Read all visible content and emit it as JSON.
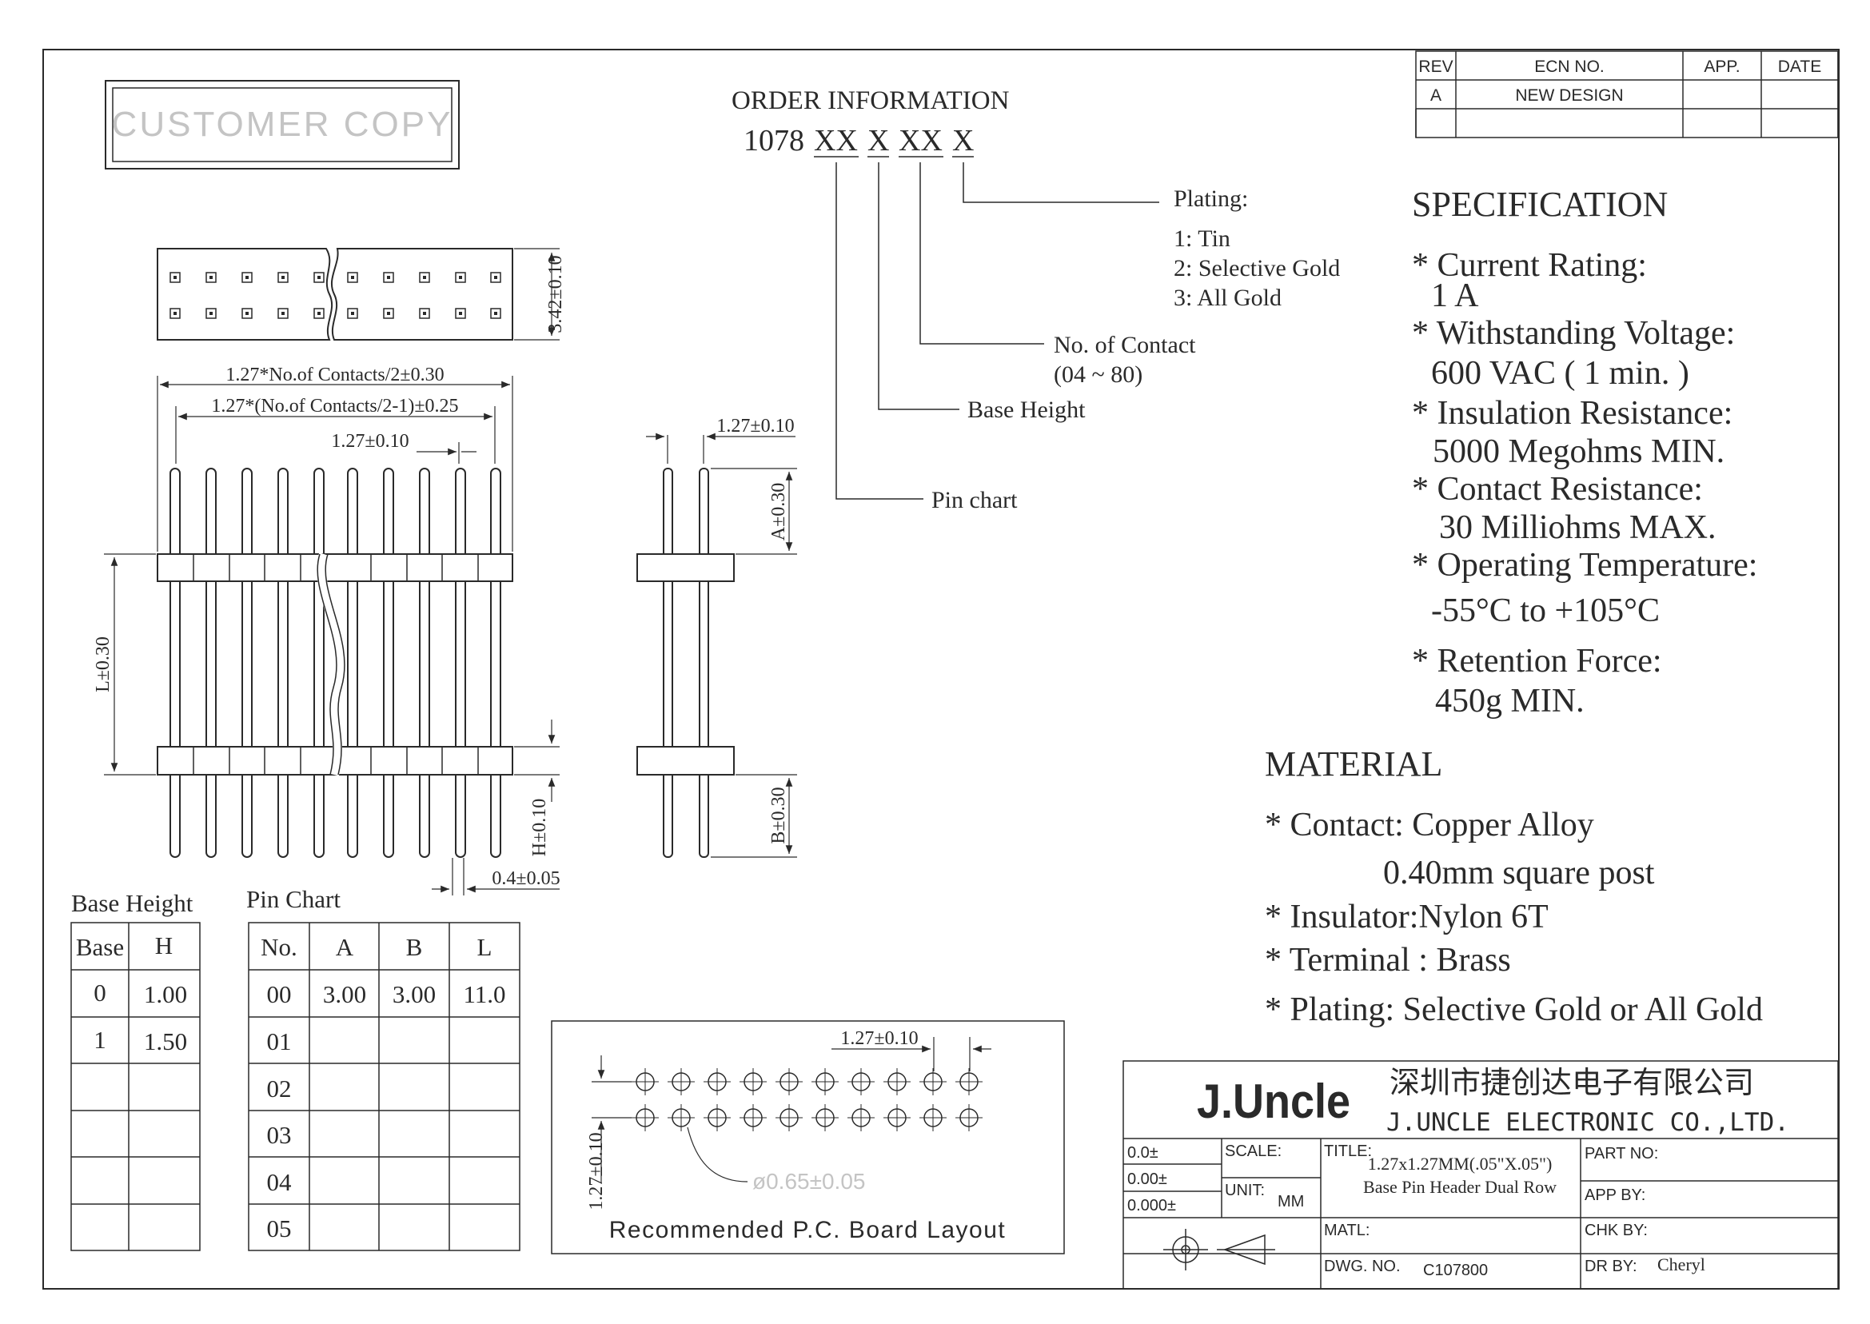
{
  "revision_table": {
    "headers": [
      "REV",
      "ECN NO.",
      "APP.",
      "DATE"
    ],
    "rows": [
      [
        "A",
        "NEW DESIGN",
        "",
        ""
      ]
    ]
  },
  "customer_copy": "CUSTOMER COPY",
  "order_info": {
    "title": "ORDER INFORMATION",
    "code_prefix": "1078",
    "code_segments": [
      "XX",
      "X",
      "XX",
      "X"
    ],
    "plating_label": "Plating:",
    "plating_options": [
      "1: Tin",
      "2: Selective Gold",
      "3: All Gold"
    ],
    "contact_label": "No. of Contact",
    "contact_range": "(04 ~ 80)",
    "base_height_label": "Base Height",
    "pin_chart_label": "Pin chart"
  },
  "specification": {
    "title": "SPECIFICATION",
    "lines": [
      "* Current Rating:",
      "1 A",
      "* Withstanding Voltage:",
      "600 VAC ( 1 min. )",
      "* Insulation Resistance:",
      "5000 Megohms MIN.",
      "* Contact Resistance:",
      "30 Milliohms MAX.",
      "* Operating Temperature:",
      "-55°C to +105°C",
      "* Retention Force:",
      "450g MIN."
    ]
  },
  "material": {
    "title": "MATERIAL",
    "lines": [
      "* Contact: Copper Alloy",
      "0.40mm square post",
      "* Insulator:Nylon 6T",
      "* Terminal : Brass",
      "* Plating: Selective Gold or All Gold"
    ]
  },
  "dimensions": {
    "top_height": "3.42±0.10",
    "overall_width": "1.27*No.of Contacts/2±0.30",
    "pin_span": "1.27*(No.of Contacts/2-1)±0.25",
    "pitch": "1.27±0.10",
    "side_pitch": "1.27±0.10",
    "length": "L±0.30",
    "dim_a": "A±0.30",
    "dim_b": "B±0.30",
    "dim_h": "H±0.10",
    "pin_width": "0.4±0.05"
  },
  "base_height_table": {
    "title": "Base Height",
    "headers": [
      "Base",
      "H"
    ],
    "rows": [
      [
        "0",
        "1.00"
      ],
      [
        "1",
        "1.50"
      ],
      [
        "",
        ""
      ],
      [
        "",
        ""
      ],
      [
        "",
        ""
      ],
      [
        "",
        ""
      ]
    ]
  },
  "pin_chart_table": {
    "title": "Pin Chart",
    "headers": [
      "No.",
      "A",
      "B",
      "L"
    ],
    "rows": [
      [
        "00",
        "3.00",
        "3.00",
        "11.0"
      ],
      [
        "01",
        "",
        "",
        ""
      ],
      [
        "02",
        "",
        "",
        ""
      ],
      [
        "03",
        "",
        "",
        ""
      ],
      [
        "04",
        "",
        "",
        ""
      ],
      [
        "05",
        "",
        "",
        ""
      ]
    ]
  },
  "pcb_layout": {
    "title": "Recommended P.C. Board Layout",
    "pitch_h": "1.27±0.10",
    "pitch_v": "1.27±0.10",
    "hole": "ø0.65±0.05"
  },
  "title_block": {
    "logo": "J.Uncle",
    "company_cn": "深圳市捷创达电子有限公司",
    "company_en": "J.UNCLE ELECTRONIC CO.,LTD.",
    "tolerances": [
      "0.0±",
      "0.00±",
      "0.000±"
    ],
    "scale_label": "SCALE:",
    "unit_label": "UNIT:",
    "unit_value": "MM",
    "title_label": "TITLE:",
    "title_line1": "1.27x1.27MM(.05\"X.05\")",
    "title_line2": "Base Pin Header Dual Row",
    "part_no_label": "PART NO:",
    "app_by_label": "APP BY:",
    "matl_label": "MATL:",
    "chk_by_label": "CHK BY:",
    "dwg_no_label": "DWG. NO.",
    "dwg_no_value": "C107800",
    "dr_by_label": "DR BY:",
    "dr_by_value": "Cheryl"
  },
  "colors": {
    "line": "#2a2a2a",
    "faint": "#bdbdbd",
    "paper": "#ffffff"
  }
}
